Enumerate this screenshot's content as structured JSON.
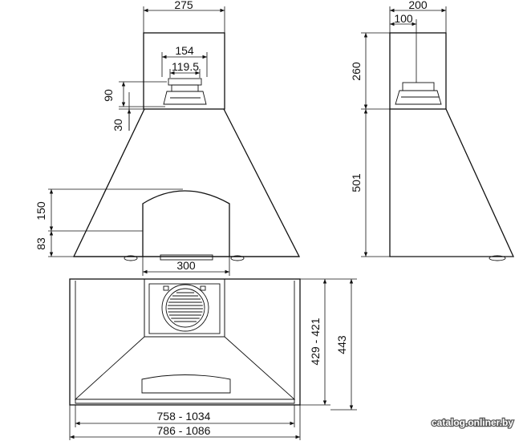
{
  "front_view": {
    "width_top": "275",
    "outlet_outer": "154",
    "outlet_inner": "119.5",
    "outlet_height": "90",
    "outlet_offset": "30",
    "panel_height": "150",
    "panel_bottom": "83",
    "panel_width": "300"
  },
  "side_view": {
    "width_top": "200",
    "outlet_width": "100",
    "chimney_height": "260",
    "body_height": "501"
  },
  "bottom_view": {
    "depth_range": "429 - 421",
    "total_depth": "443",
    "inner_width_range": "758 - 1034",
    "outer_width_range": "786 - 1086"
  },
  "watermark": "catalog.onliner.by"
}
